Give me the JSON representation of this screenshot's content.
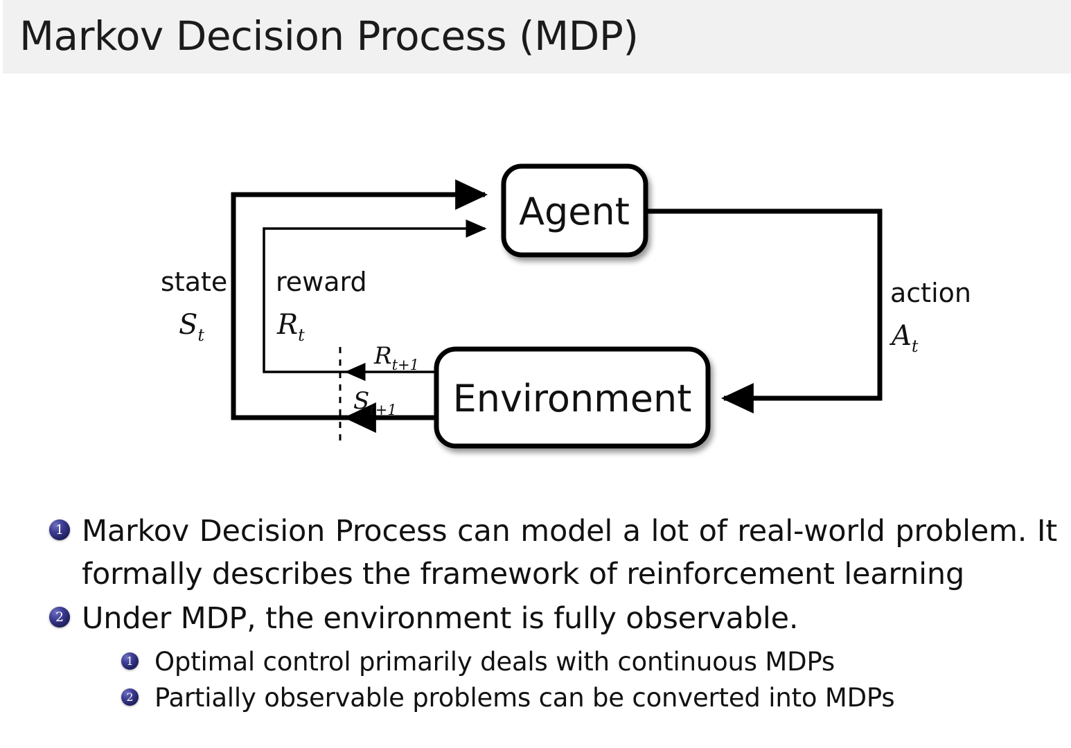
{
  "slide": {
    "title": "Markov Decision Process (MDP)",
    "header_bg": "#f1f1f1",
    "background": "#ffffff",
    "text_color": "#111111",
    "badge_color": "#23236b"
  },
  "diagram": {
    "name": "agent-environment-interaction-loop",
    "boxes": [
      {
        "id": "agent",
        "label": "Agent"
      },
      {
        "id": "environment",
        "label": "Environment"
      }
    ],
    "labels": {
      "state_word": "state",
      "state_symbol": "S",
      "state_subscript": "t",
      "reward_word": "reward",
      "reward_symbol": "R",
      "reward_subscript": "t",
      "action_word": "action",
      "action_symbol": "A",
      "action_subscript": "t",
      "reward_next_symbol": "R",
      "reward_next_subscript": "t+1",
      "state_next_symbol": "S",
      "state_next_subscript": "t+1"
    }
  },
  "bullets": [
    {
      "number": "1",
      "text": "Markov Decision Process can model a lot of real-world problem. It formally describes the framework of reinforcement learning",
      "children": []
    },
    {
      "number": "2",
      "text": "Under MDP, the environment is fully observable.",
      "children": [
        {
          "number": "1",
          "text": "Optimal control primarily deals with continuous MDPs"
        },
        {
          "number": "2",
          "text": "Partially observable problems can be converted into MDPs"
        }
      ]
    }
  ]
}
